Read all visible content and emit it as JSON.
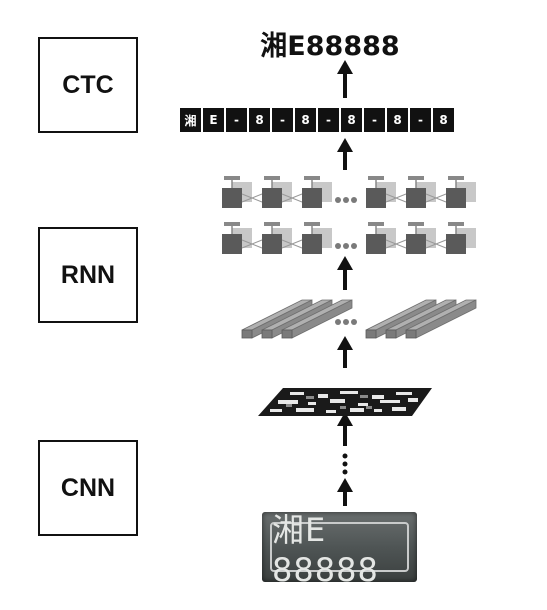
{
  "stages": [
    {
      "label": "CTC"
    },
    {
      "label": "RNN"
    },
    {
      "label": "CNN"
    }
  ],
  "output_text": "湘E88888",
  "sequence": [
    "湘",
    "E",
    "-",
    "8",
    "-",
    "8",
    "-",
    "8",
    "-",
    "8",
    "-",
    "8"
  ],
  "plate_text": "湘E 88888",
  "colors": {
    "ink": "#111111",
    "cell_dark": "#5a5a5a",
    "cell_light": "#c8c8c8",
    "cell_cap": "#888888",
    "bar": "#8a8a8a"
  }
}
